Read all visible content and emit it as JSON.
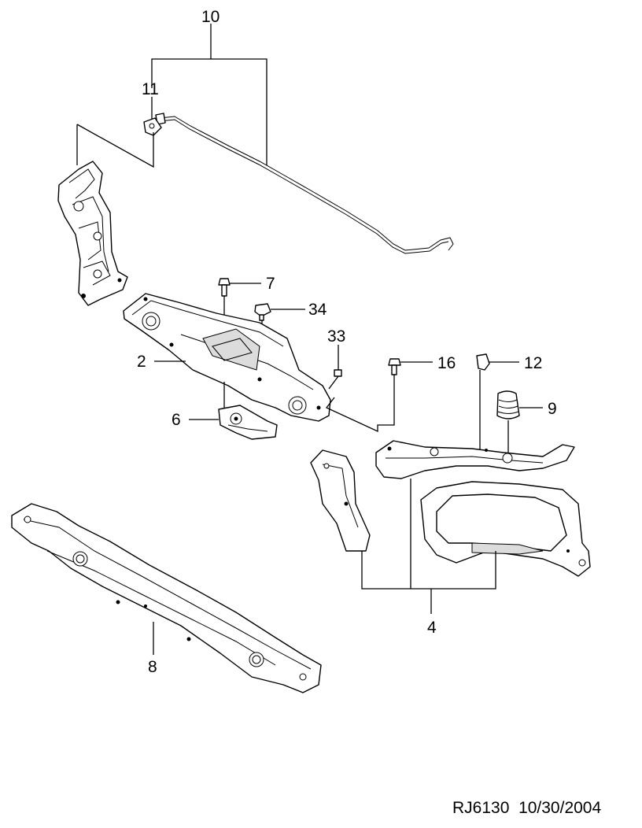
{
  "callouts": {
    "c10": "10",
    "c11": "11",
    "c7": "7",
    "c34": "34",
    "c33": "33",
    "c2": "2",
    "c16": "16",
    "c12": "12",
    "c9": "9",
    "c6": "6",
    "c4": "4",
    "c8": "8"
  },
  "footer": {
    "drawing_id": "RJ6130",
    "date": "10/30/2004"
  }
}
